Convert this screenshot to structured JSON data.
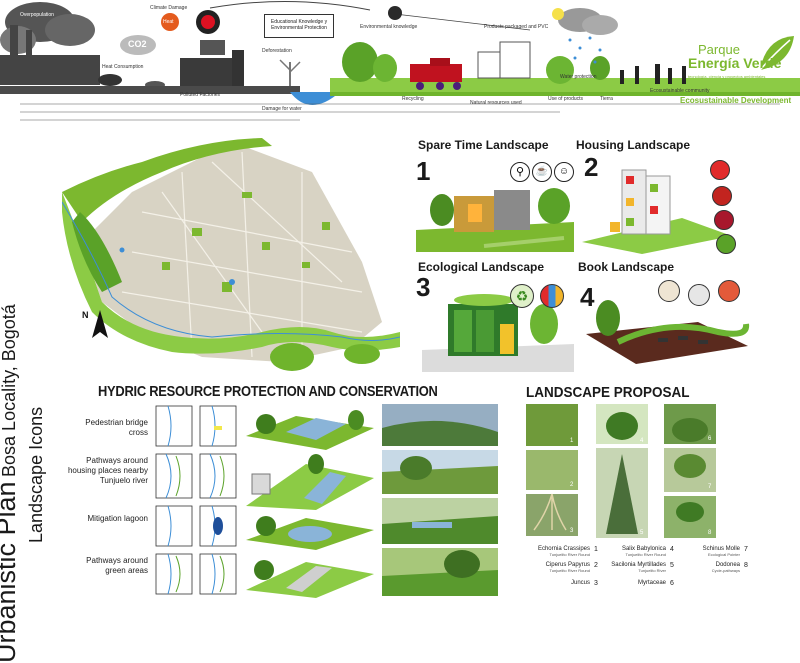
{
  "banner": {
    "brand_line1": "Parque",
    "brand_line2": "Energía Verde",
    "brand_tagline": "tecnología, ciencia y proyectos ambientales",
    "subtitle": "Ecosustainable Development",
    "boxed_label": "Educational Knowledge y Environmental Protection",
    "co2": "CO2",
    "heat": "Heat",
    "notes": [
      "Overpopulation",
      "Climate Damage",
      "Heat Consumption",
      "Polluted Factories",
      "Deforestation",
      "Damage for water",
      "Environmental knowledge",
      "Products packaged and PVC",
      "Recycling",
      "Natural resources used",
      "Water protection",
      "Use of products",
      "Tierra",
      "Ecosustainable community"
    ]
  },
  "vertical_title": {
    "main": "Urbanistic Plan",
    "rest": "Bosa Locality, Bogotá",
    "line2": "Landscape Icons"
  },
  "map": {
    "north": "N"
  },
  "landscapes": [
    {
      "num": "1",
      "title": "Spare Time Landscape"
    },
    {
      "num": "2",
      "title": "Housing Landscape"
    },
    {
      "num": "3",
      "title": "Ecological Landscape"
    },
    {
      "num": "4",
      "title": "Book Landscape"
    }
  ],
  "hydric": {
    "title": "HYDRIC RESOURCE PROTECTION AND CONSERVATION",
    "rows": [
      "Pedestrian bridge cross",
      "Pathways around housing places nearby Tunjuelo river",
      "Mitigation lagoon",
      "Pathways around green areas"
    ]
  },
  "proposal": {
    "title": "LANDSCAPE PROPOSAL",
    "tile_numbers": [
      "1",
      "2",
      "3",
      "4",
      "5",
      "6",
      "7",
      "8"
    ],
    "species": [
      {
        "num": "1",
        "name": "Echornia Crassipes",
        "loc": "Tunjuelito River Round"
      },
      {
        "num": "2",
        "name": "Ciperus Papyrus",
        "loc": "Tunjuelito River Round"
      },
      {
        "num": "3",
        "name": "Juncus",
        "loc": ""
      },
      {
        "num": "4",
        "name": "Salix Babylonica",
        "loc": "Tunjuelito River Round"
      },
      {
        "num": "5",
        "name": "Sacilonia Myrtillades",
        "loc": "Tunjuelito River"
      },
      {
        "num": "6",
        "name": "Myrtaceae",
        "loc": ""
      },
      {
        "num": "7",
        "name": "Schinus Molle",
        "loc": "Ecological Pointer"
      },
      {
        "num": "8",
        "name": "Dodonea",
        "loc": "Cycle-pathways"
      }
    ]
  },
  "colors": {
    "accent_green": "#7cb82f",
    "title_dark": "#1a1a1a",
    "water_blue": "#3d8ed6"
  }
}
